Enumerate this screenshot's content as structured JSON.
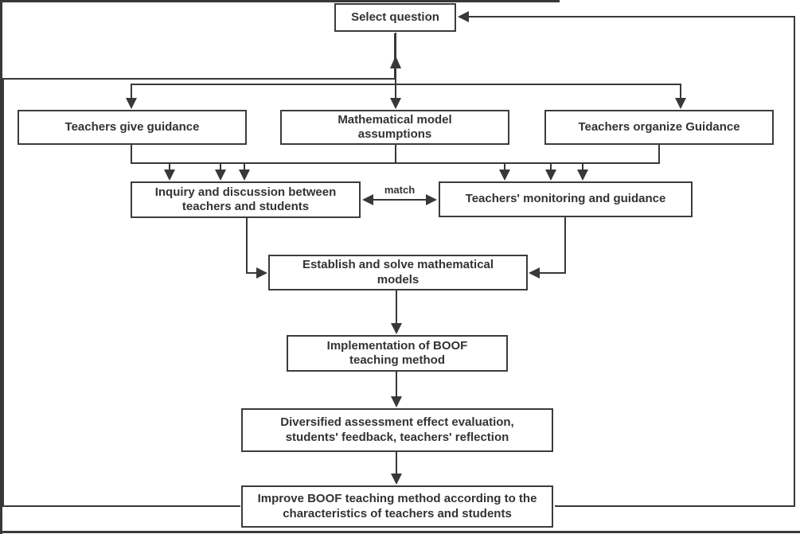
{
  "flowchart": {
    "nodes": {
      "select_question": {
        "label": "Select question"
      },
      "teachers_give_guidance": {
        "label": "Teachers give guidance"
      },
      "mathematical_model_assumptions": {
        "label": "Mathematical model assumptions"
      },
      "teachers_organize_guidance": {
        "label": "Teachers organize Guidance"
      },
      "inquiry_and_discussion": {
        "label": "Inquiry and discussion between teachers and students"
      },
      "teachers_monitoring": {
        "label": "Teachers' monitoring and guidance"
      },
      "establish_and_solve": {
        "label": "Establish and solve mathematical models"
      },
      "implementation_boof": {
        "label": "Implementation of BOOF teaching method"
      },
      "diversified_assessment": {
        "label": "Diversified assessment effect evaluation, students' feedback, teachers' reflection"
      },
      "improve_boof": {
        "label": "Improve BOOF teaching method according to the characteristics of teachers and students"
      }
    },
    "edge_labels": {
      "match": "match"
    },
    "colors": {
      "line": "#383838",
      "border": "#3c3c3c",
      "text": "#333333",
      "background": "#ffffff"
    }
  }
}
